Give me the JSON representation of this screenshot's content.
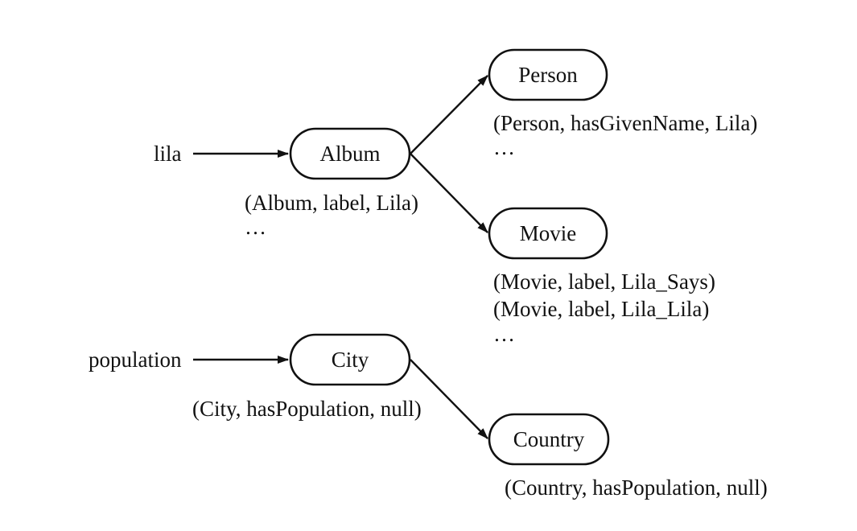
{
  "colors": {
    "stroke": "#111111",
    "background": "#ffffff"
  },
  "query_terms": {
    "lila": "lila",
    "population": "population"
  },
  "nodes": {
    "album": "Album",
    "person": "Person",
    "movie": "Movie",
    "city": "City",
    "country": "Country"
  },
  "triples": {
    "album": [
      "(Album, label, Lila)",
      "…"
    ],
    "person": [
      "(Person, hasGivenName, Lila)",
      "…"
    ],
    "movie": [
      "(Movie, label, Lila_Says)",
      "(Movie, label, Lila_Lila)",
      "…"
    ],
    "city": [
      "(City, hasPopulation, null)"
    ],
    "country": [
      "(Country, hasPopulation, null)"
    ]
  }
}
